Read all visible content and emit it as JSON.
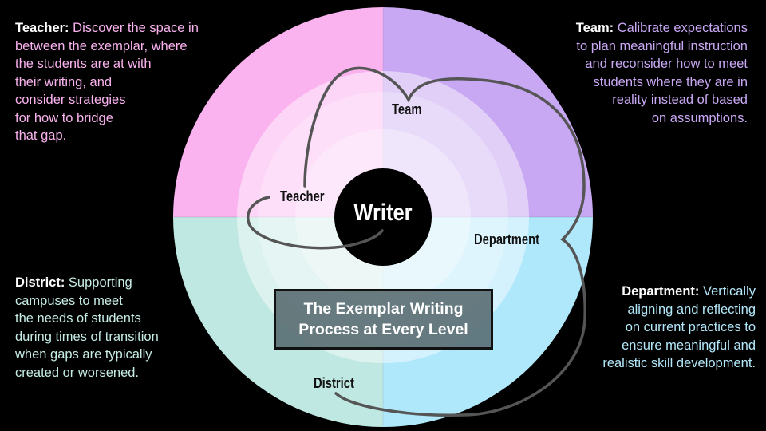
{
  "colors": {
    "teacher": "#fbb3f0",
    "team": "#c9a8f3",
    "district": "#bfe8e2",
    "department": "#b0e8fb",
    "connector": "#555555"
  },
  "center_label": "Writer",
  "title": "The Exemplar Writing\nProcess at Every Level",
  "labels": {
    "teacher": "Teacher",
    "team": "Team",
    "department": "Department",
    "district": "District"
  },
  "descriptions": {
    "teacher": {
      "heading": "Teacher:",
      "text": " Discover the space in\nbetween the exemplar, where\nthe students are at with\ntheir writing, and\nconsider strategies\nfor how to bridge\nthat gap."
    },
    "team": {
      "heading": "Team:",
      "text": " Calibrate expectations\nto plan meaningful instruction\nand reconsider how to meet\nstudents where they are in\nreality instead of based\non assumptions."
    },
    "district": {
      "heading": "District:",
      "text": " Supporting\ncampuses to meet\nthe needs of students\nduring times of transition\nwhen gaps are typically\ncreated or worsened."
    },
    "department": {
      "heading": "Department:",
      "text": " Vertically\naligning and reflecting\non current practices to\nensure meaningful and\nrealistic skill development."
    }
  }
}
